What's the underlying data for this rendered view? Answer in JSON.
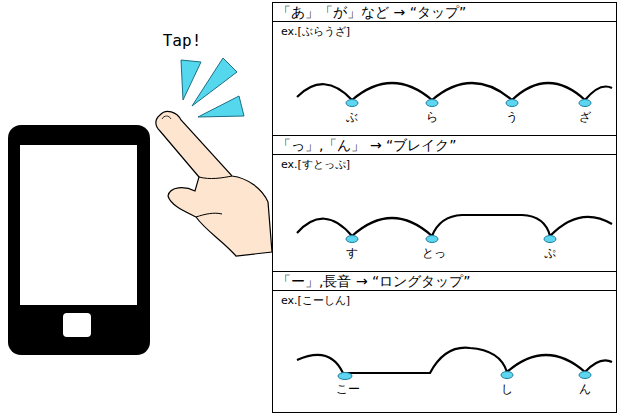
{
  "diagram": {
    "nodes": [
      {
        "text": [
          "「あ」「が」など → “タップ”",
          "ex.[ぶらうざ]"
        ]
      },
      {
        "text": [
          "「っ」,「ん」 → “ブレイク”",
          "ex.[すとっぷ]"
        ]
      },
      {
        "text": [
          "「ー」,長音 → “ロングタップ”",
          "ex.[こーしん]"
        ]
      }
    ],
    "labels": [
      "Tap!",
      "ぶ",
      "ら",
      "う",
      "ざ",
      "す",
      "とっ",
      "ぷ",
      "こー",
      "し",
      "ん"
    ]
  }
}
